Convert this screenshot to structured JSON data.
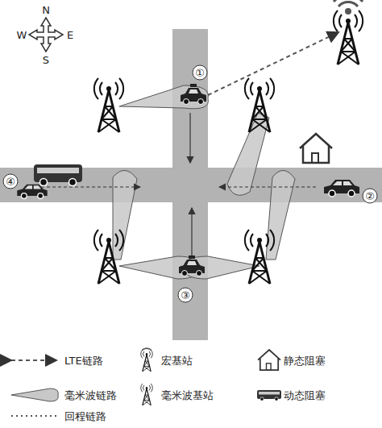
{
  "diagram": {
    "labels": [
      "N",
      "S",
      "W",
      "E",
      "①",
      "②",
      "③",
      "④"
    ],
    "legend": [
      {
        "text": "LTE链路"
      },
      {
        "text": "宏基站"
      },
      {
        "text": "静态阻塞"
      },
      {
        "text": "毫米波链路"
      },
      {
        "text": "毫米波基站"
      },
      {
        "text": "动态阻塞"
      },
      {
        "text": "回程链路"
      }
    ]
  }
}
